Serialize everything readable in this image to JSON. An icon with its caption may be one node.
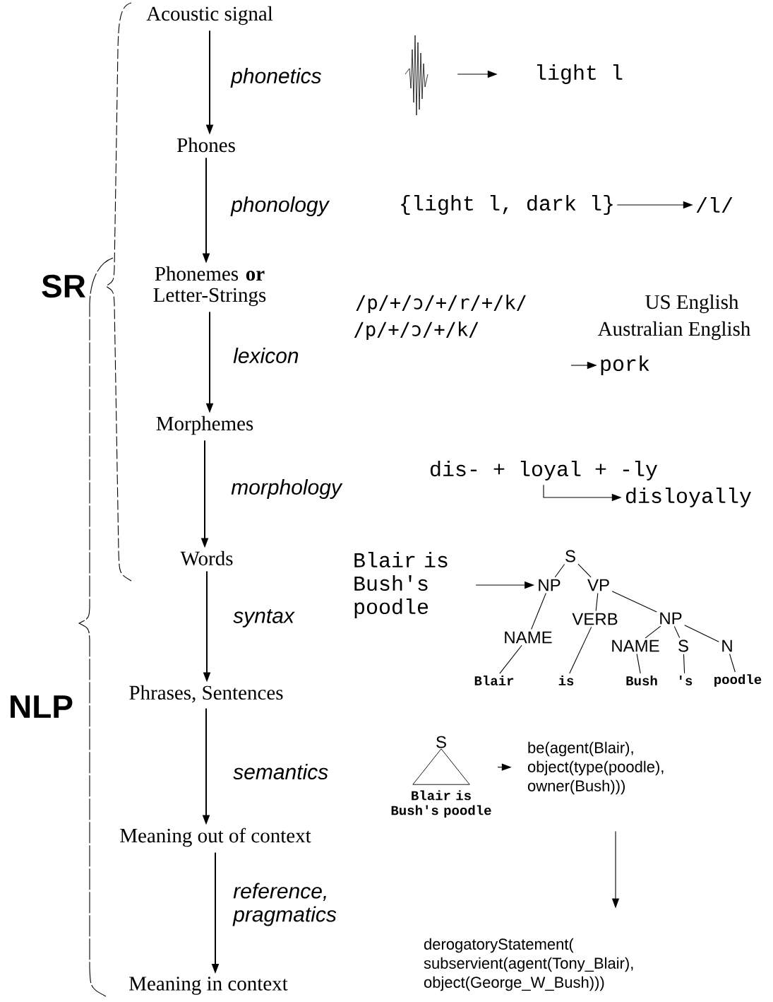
{
  "diagram": {
    "nodes": [
      {
        "text": [
          "Acoustic signal"
        ]
      },
      {
        "text": [
          "Phones"
        ]
      },
      {
        "text": [
          "Phonemes **or** Letter-Strings"
        ]
      },
      {
        "text": [
          "Morphemes"
        ]
      },
      {
        "text": [
          "Words"
        ]
      },
      {
        "text": [
          "Phrases, Sentences"
        ]
      },
      {
        "text": [
          "Meaning out of context"
        ]
      },
      {
        "text": [
          "Meaning in context"
        ]
      },
      {
        "text": [],
        "shape": "picture"
      },
      {
        "text": [
          "light l"
        ]
      },
      {
        "text": [
          "{light l, dark l}"
        ]
      },
      {
        "text": [
          "/l/"
        ]
      },
      {
        "text": [
          "/p/+/ɔ/+/r/+/k/"
        ]
      },
      {
        "text": [
          "/p/+/ɔ/+/k/"
        ]
      },
      {
        "text": [
          "pork"
        ]
      },
      {
        "text": [
          "dis- + loyal + -ly"
        ]
      },
      {
        "text": [
          "disloyally"
        ]
      },
      {
        "text": [
          "Blair is Bush's poodle"
        ]
      },
      {
        "text": [
          "S"
        ]
      },
      {
        "text": [
          "NP"
        ]
      },
      {
        "text": [
          "VP"
        ]
      },
      {
        "text": [
          "NAME"
        ]
      },
      {
        "text": [
          "VERB"
        ]
      },
      {
        "text": [
          "NP"
        ]
      },
      {
        "text": [
          "NAME"
        ]
      },
      {
        "text": [
          "S"
        ]
      },
      {
        "text": [
          "N"
        ]
      },
      {
        "text": [
          "Blair"
        ]
      },
      {
        "text": [
          "is"
        ]
      },
      {
        "text": [
          "Bush"
        ]
      },
      {
        "text": [
          "'s"
        ]
      },
      {
        "text": [
          "poodle"
        ]
      },
      {
        "text": [
          "S",
          "Blair is Bush's poodle"
        ]
      },
      {
        "text": [
          "be(agent(Blair), object(type(poodle), owner(Bush)))"
        ]
      },
      {
        "text": [
          "derogatoryStatement( subservient(agent(Tony_Blair), object(George_W_Bush)))"
        ]
      }
    ],
    "edges": [
      {
        "from": 0,
        "to": 1,
        "arrow": "to",
        "label": "phonetics"
      },
      {
        "from": 1,
        "to": 2,
        "arrow": "to",
        "label": "phonology"
      },
      {
        "from": 2,
        "to": 3,
        "arrow": "to",
        "label": "lexicon"
      },
      {
        "from": 3,
        "to": 4,
        "arrow": "to",
        "label": "morphology"
      },
      {
        "from": 4,
        "to": 5,
        "arrow": "to",
        "label": "syntax"
      },
      {
        "from": 5,
        "to": 6,
        "arrow": "to",
        "label": "semantics"
      },
      {
        "from": 6,
        "to": 7,
        "arrow": "to",
        "label": "reference, pragmatics"
      },
      {
        "from": 8,
        "to": 9,
        "arrow": "to"
      },
      {
        "from": 10,
        "to": 11,
        "arrow": "to"
      },
      {
        "from": null,
        "to": 14,
        "arrow": "to"
      },
      {
        "from": 15,
        "to": 16,
        "arrow": "to"
      },
      {
        "from": 17,
        "to": 19,
        "arrow": "to"
      },
      {
        "from": 18,
        "to": 19,
        "arrow": "none"
      },
      {
        "from": 18,
        "to": 20,
        "arrow": "none"
      },
      {
        "from": 19,
        "to": 21,
        "arrow": "none"
      },
      {
        "from": 21,
        "to": 27,
        "arrow": "none"
      },
      {
        "from": 20,
        "to": 22,
        "arrow": "none"
      },
      {
        "from": 22,
        "to": 28,
        "arrow": "none"
      },
      {
        "from": 20,
        "to": 23,
        "arrow": "none"
      },
      {
        "from": 23,
        "to": 24,
        "arrow": "none"
      },
      {
        "from": 23,
        "to": 25,
        "arrow": "none"
      },
      {
        "from": 23,
        "to": 26,
        "arrow": "none"
      },
      {
        "from": 24,
        "to": 29,
        "arrow": "none"
      },
      {
        "from": 25,
        "to": 30,
        "arrow": "none"
      },
      {
        "from": 26,
        "to": 31,
        "arrow": "none"
      },
      {
        "from": 32,
        "to": 33,
        "arrow": "to"
      },
      {
        "from": 33,
        "to": 34,
        "arrow": "to"
      }
    ],
    "labels": [
      "SR",
      "NLP",
      "US English",
      "Australian English"
    ]
  }
}
